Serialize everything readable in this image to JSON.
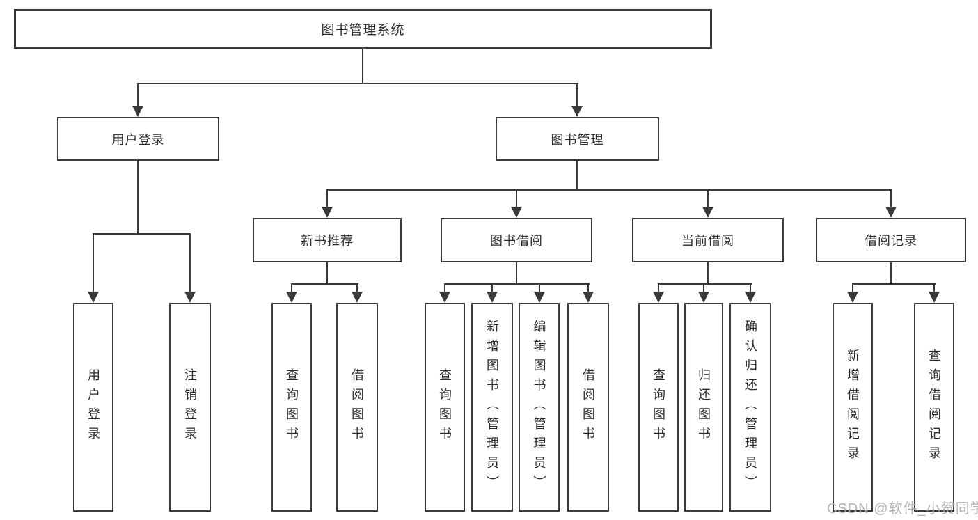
{
  "diagram": {
    "root": "图书管理系统",
    "level2": {
      "user_login": "用户登录",
      "book_mgmt": "图书管理"
    },
    "level3": {
      "new_books": "新书推荐",
      "book_borrow": "图书借阅",
      "current_borrow": "当前借阅",
      "borrow_records": "借阅记录"
    },
    "leaves": {
      "user_login": [
        "用户登录",
        "注销登录"
      ],
      "new_books": [
        "查询图书",
        "借阅图书"
      ],
      "book_borrow": [
        "查询图书",
        "新增图书（管理员）",
        "编辑图书（管理员）",
        "借阅图书"
      ],
      "current_borrow": [
        "查询图书",
        "归还图书",
        "确认归还（管理员）"
      ],
      "borrow_records": [
        "新增借阅记录",
        "查询借阅记录"
      ]
    }
  },
  "watermark": "CSDN @软件_小贺同学",
  "colors": {
    "line": "#3a3a3a",
    "text": "#2b2b2b",
    "box_background": "#ffffff",
    "page_background": "#ffffff",
    "watermark": "#b3b3b3"
  }
}
